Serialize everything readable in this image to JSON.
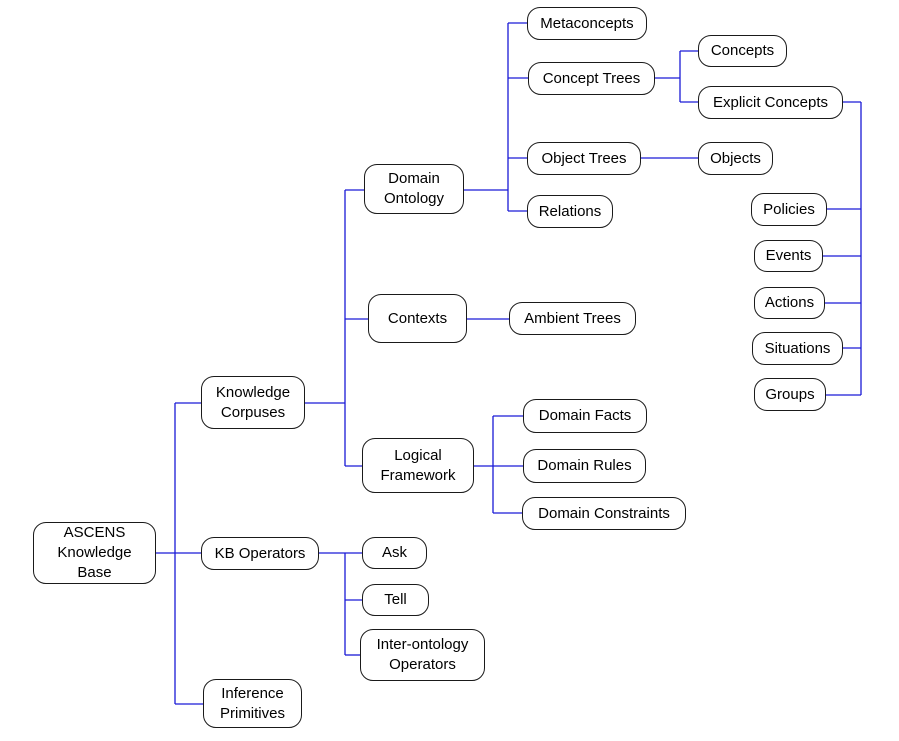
{
  "colors": {
    "connector": "#1a1ad6",
    "node_border": "#1a1a1a",
    "background": "#ffffff"
  },
  "nodes": {
    "kb": "ASCENS\nKnowledge\nBase",
    "corpuses": "Knowledge\nCorpuses",
    "operators": "KB Operators",
    "inference": "Inference\nPrimitives",
    "ontology": "Domain\nOntology",
    "contexts": "Contexts",
    "framework": "Logical\nFramework",
    "metaconcepts": "Metaconcepts",
    "concept_trees": "Concept Trees",
    "object_trees": "Object Trees",
    "relations": "Relations",
    "concepts": "Concepts",
    "explicit_concepts": "Explicit Concepts",
    "objects": "Objects",
    "policies": "Policies",
    "events": "Events",
    "actions": "Actions",
    "situations": "Situations",
    "groups": "Groups",
    "ambient_trees": "Ambient Trees",
    "facts": "Domain Facts",
    "rules": "Domain Rules",
    "constraints": "Domain Constraints",
    "ask": "Ask",
    "tell": "Tell",
    "inter_ontology": "Inter-ontology\nOperators"
  }
}
